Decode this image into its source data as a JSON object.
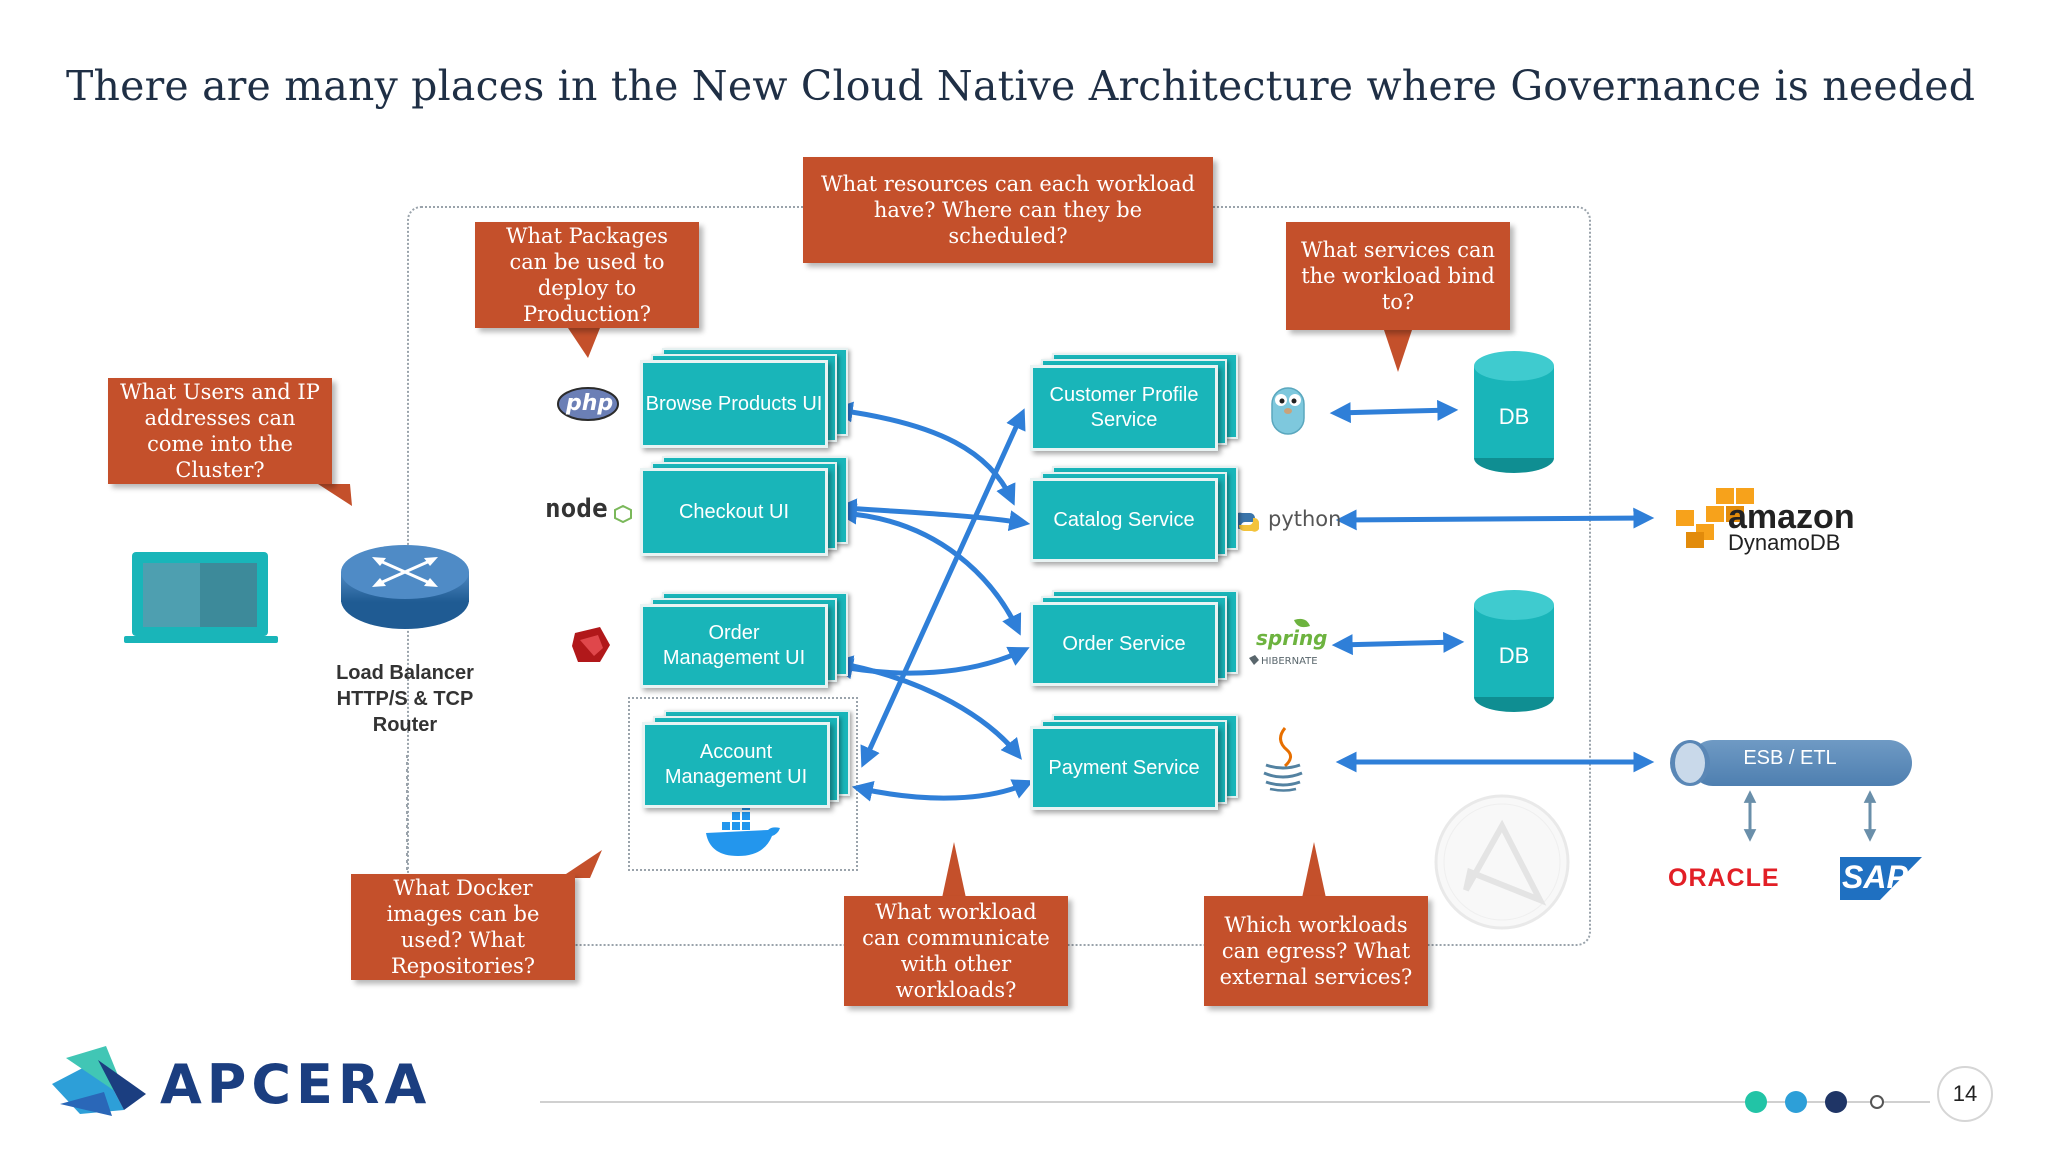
{
  "slide": {
    "title": "There are many places in the New Cloud Native Architecture where Governance is needed",
    "page_number": "14"
  },
  "brand": {
    "name": "APCERA"
  },
  "callouts": {
    "users": "What Users and IP addresses can come into the Cluster?",
    "packages": "What Packages can be used to deploy to Production?",
    "resources": "What resources can each workload have? Where can they be scheduled?",
    "services": "What services can the workload bind to?",
    "docker": "What Docker images can be used? What Repositories?",
    "communicate": "What workload can communicate with other workloads?",
    "egress": "Which workloads can egress? What external services?"
  },
  "load_balancer": {
    "label": "Load Balancer HTTP/S & TCP Router"
  },
  "ui_boxes": {
    "browse": "Browse Products UI",
    "checkout": "Checkout UI",
    "order_mgmt": "Order Management UI",
    "account_mgmt": "Account Management UI"
  },
  "services": {
    "customer": "Customer Profile Service",
    "catalog": "Catalog Service",
    "order": "Order Service",
    "payment": "Payment Service"
  },
  "tech_logos": {
    "php": "php",
    "node": "node",
    "python": "python",
    "spring": "spring",
    "hibernate": "HIBERNATE"
  },
  "datastores": {
    "db1": "DB",
    "db2": "DB",
    "amazon": "amazon",
    "dynamodb": "DynamoDB",
    "esb": "ESB / ETL",
    "oracle": "ORACLE",
    "sap": "SAP"
  },
  "colors": {
    "callout": "#c4502b",
    "teal": "#19b5b9",
    "arrow": "#2f7fd8",
    "title": "#1f2f45"
  }
}
